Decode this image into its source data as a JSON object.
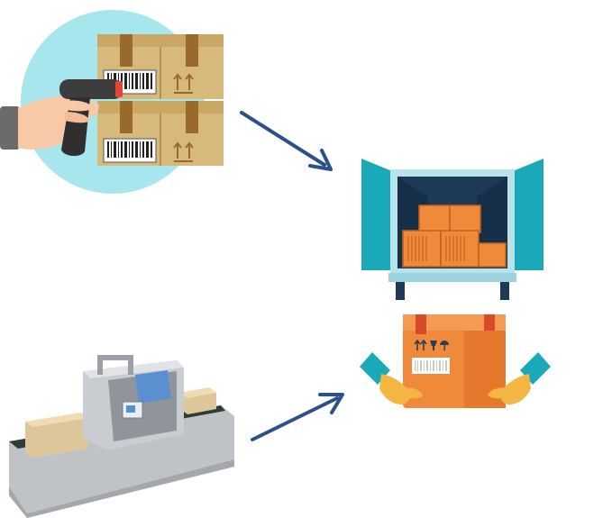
{
  "colors": {
    "scanner_bg": "#a8e6ee",
    "cardboard": "#d8b97c",
    "cardboard_dark": "#b8944e",
    "tape": "#9a6a2c",
    "skin": "#f7c9a6",
    "sleeve": "#6b6b6b",
    "scanner": "#3d3d3d",
    "laser": "#e2463a",
    "truck_teal": "#1aa9b8",
    "truck_frame": "#b9e3ea",
    "truck_interior": "#1f3a57",
    "orange_box": "#ef8a3a",
    "orange_box_dark": "#d96a22",
    "arrow": "#2c4f8e",
    "glove": "#f4b642",
    "cuff": "#1aa9b8",
    "conveyor_steel": "#bfc3c8",
    "conveyor_belt": "#2d3e36",
    "scanner_panel_blue": "#5a8fd0"
  },
  "icons": {
    "step1": "barcode-scanner-icon",
    "step2": "delivery-truck-icon",
    "step3": "conveyor-scanner-icon",
    "step4": "package-handover-icon"
  },
  "arrows": [
    {
      "from": "scanner-panel",
      "to": "truck-panel"
    },
    {
      "from": "conveyor-panel",
      "to": "handover-panel"
    }
  ]
}
